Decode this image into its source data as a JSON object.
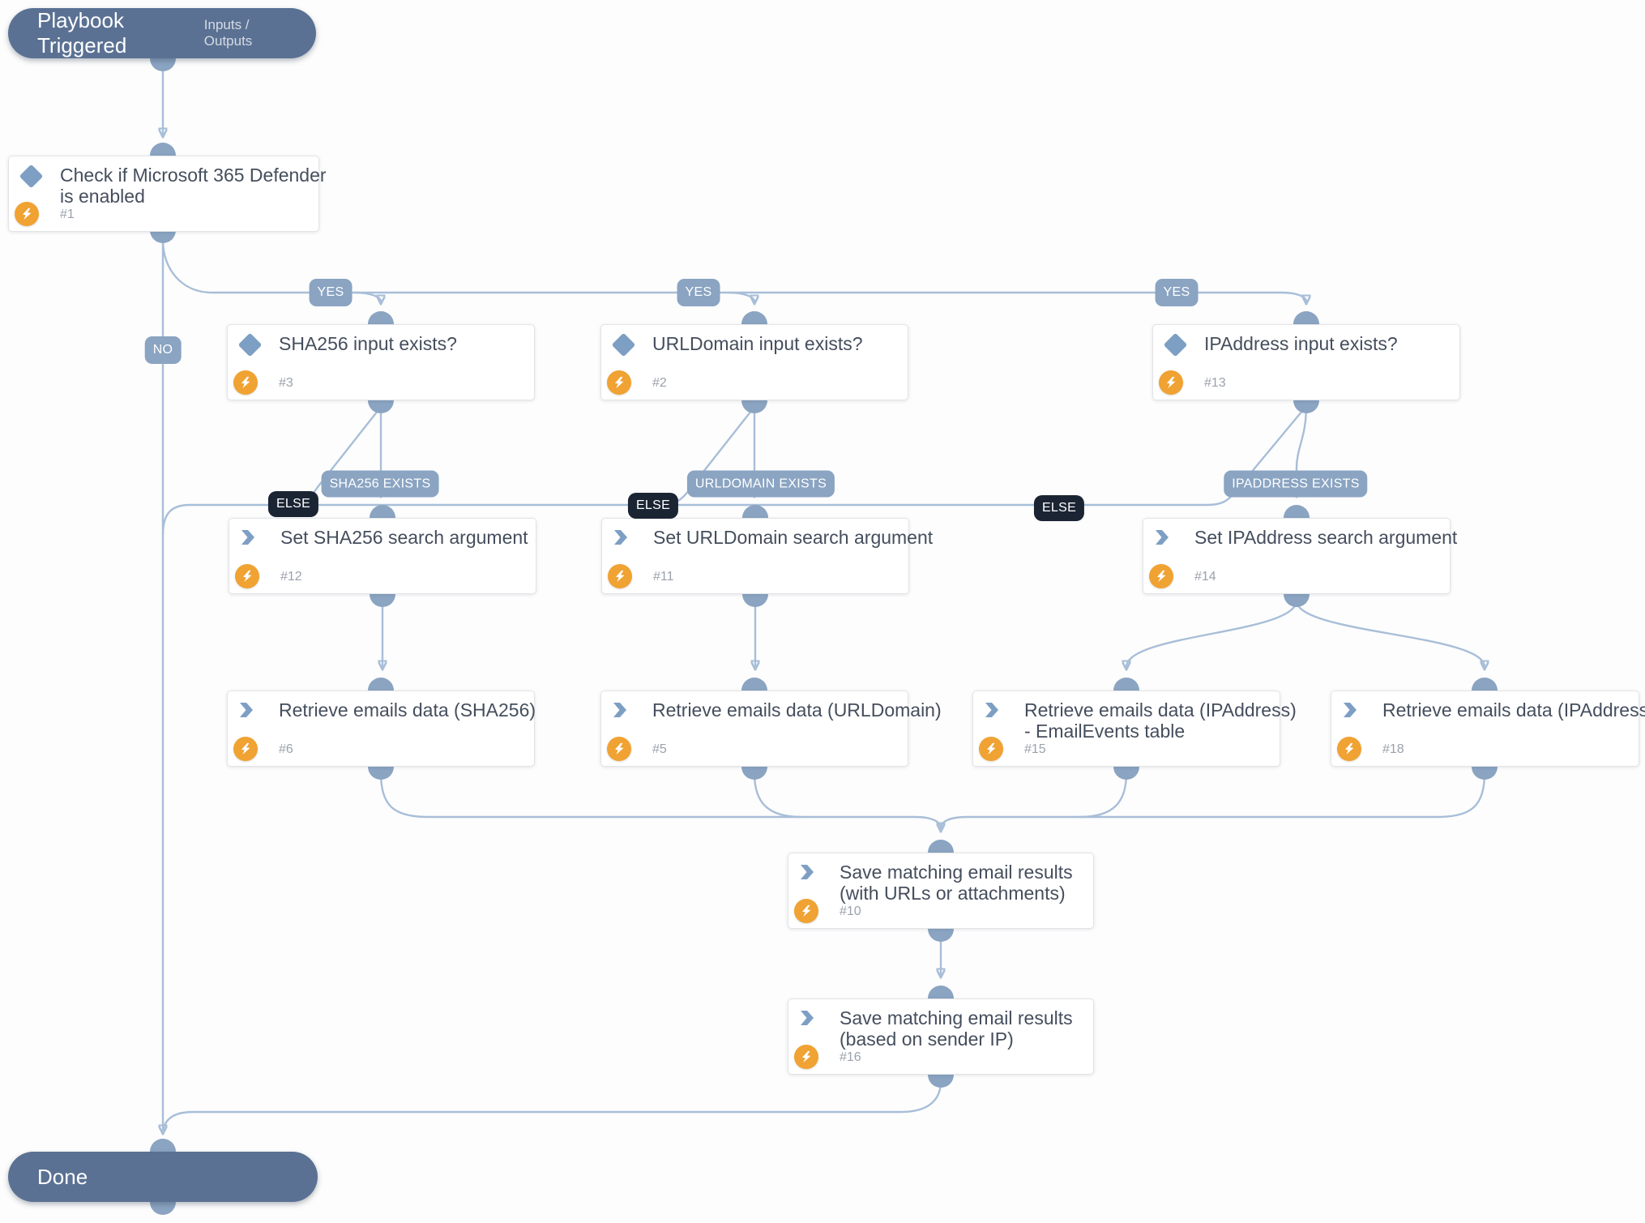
{
  "colors": {
    "edge": "#a8bed8",
    "port": "#8aa4c2",
    "badge_blue": "#8aa4c2",
    "badge_dark": "#1b2433",
    "terminal_pill": "#5a7193",
    "node_icon_blue": "#7d9fc4",
    "automation_orange": "#f0a232",
    "node_title_text": "#454e5d",
    "node_id_text": "#9ba2ac"
  },
  "start_terminal": {
    "label": "Playbook Triggered",
    "action": "Inputs / Outputs"
  },
  "end_terminal": {
    "label": "Done"
  },
  "nodes": {
    "check_defender": {
      "lines": [
        "Check if Microsoft 365 Defender",
        "is enabled"
      ],
      "id": "#1",
      "type": "condition"
    },
    "sha256_exists_q": {
      "lines": [
        "SHA256 input exists?"
      ],
      "id": "#3",
      "type": "condition"
    },
    "urldomain_exists_q": {
      "lines": [
        "URLDomain input exists?"
      ],
      "id": "#2",
      "type": "condition"
    },
    "ipaddress_exists_q": {
      "lines": [
        "IPAddress input exists?"
      ],
      "id": "#13",
      "type": "condition"
    },
    "set_sha256": {
      "lines": [
        "Set SHA256 search argument"
      ],
      "id": "#12",
      "type": "task"
    },
    "set_urldomain": {
      "lines": [
        "Set URLDomain search argument"
      ],
      "id": "#11",
      "type": "task"
    },
    "set_ipaddress": {
      "lines": [
        "Set IPAddress search argument"
      ],
      "id": "#14",
      "type": "task"
    },
    "retrieve_sha256": {
      "lines": [
        "Retrieve emails data (SHA256)"
      ],
      "id": "#6",
      "type": "task"
    },
    "retrieve_urldomain": {
      "lines": [
        "Retrieve emails data (URLDomain)"
      ],
      "id": "#5",
      "type": "task"
    },
    "retrieve_ip_events": {
      "lines": [
        "Retrieve emails data (IPAddress)",
        "- EmailEvents table"
      ],
      "id": "#15",
      "type": "task"
    },
    "retrieve_ip": {
      "lines": [
        "Retrieve emails data (IPAddress)"
      ],
      "id": "#18",
      "type": "task"
    },
    "save_urls_attachments": {
      "lines": [
        "Save matching email results",
        "(with URLs or attachments)"
      ],
      "id": "#10",
      "type": "task"
    },
    "save_sender_ip": {
      "lines": [
        "Save matching email results",
        "(based on sender IP)"
      ],
      "id": "#16",
      "type": "task"
    }
  },
  "edge_labels": {
    "no": {
      "label": "NO"
    },
    "yes_sha256": {
      "label": "YES"
    },
    "yes_urldomain": {
      "label": "YES"
    },
    "yes_ipaddress": {
      "label": "YES"
    },
    "sha256_exists": {
      "label": "SHA256 EXISTS"
    },
    "urldomain_exists": {
      "label": "URLDOMAIN EXISTS"
    },
    "ipaddress_exists": {
      "label": "IPADDRESS EXISTS"
    },
    "else_sha256": {
      "label": "ELSE"
    },
    "else_urldomain": {
      "label": "ELSE"
    },
    "else_ipaddress": {
      "label": "ELSE"
    }
  }
}
